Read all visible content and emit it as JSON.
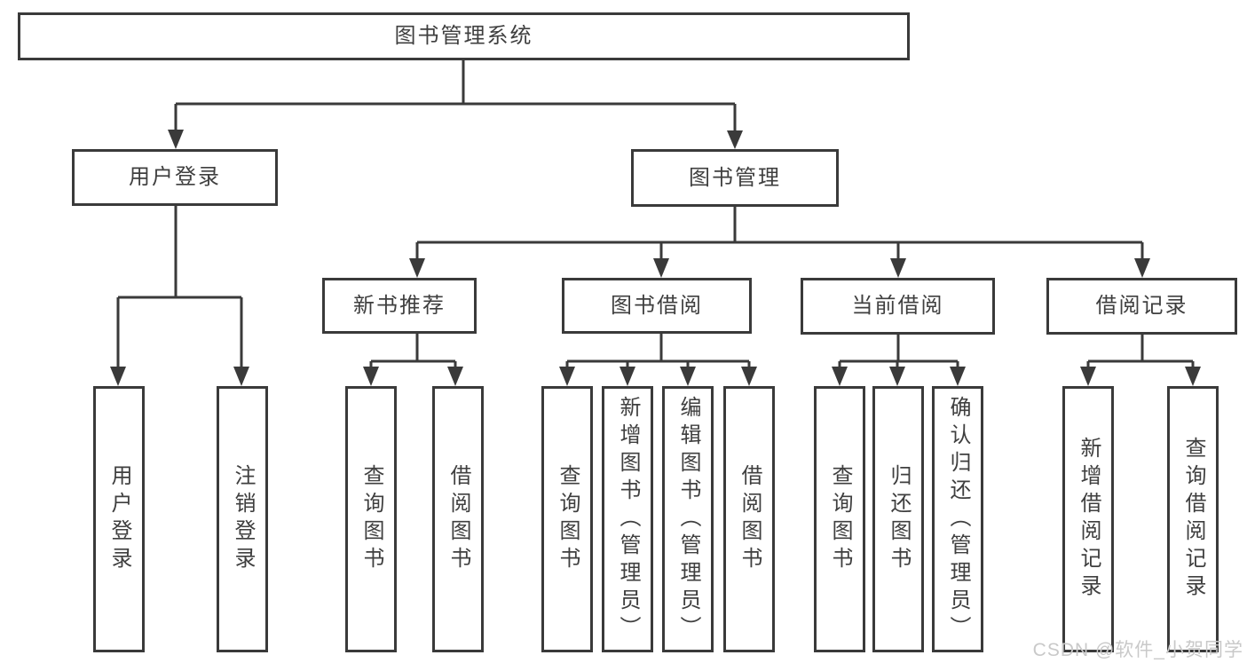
{
  "diagram": {
    "tree": {
      "root": {
        "label": "图书管理系统"
      },
      "branches": [
        {
          "label": "用户登录",
          "children": [
            {
              "label": "用户登录"
            },
            {
              "label": "注销登录"
            }
          ]
        },
        {
          "label": "图书管理",
          "children": [
            {
              "label": "新书推荐",
              "children": [
                {
                  "label": "查询图书"
                },
                {
                  "label": "借阅图书"
                }
              ]
            },
            {
              "label": "图书借阅",
              "children": [
                {
                  "label": "查询图书"
                },
                {
                  "label": "新增图书（管理员）"
                },
                {
                  "label": "编辑图书（管理员）"
                },
                {
                  "label": "借阅图书"
                }
              ]
            },
            {
              "label": "当前借阅",
              "children": [
                {
                  "label": "查询图书"
                },
                {
                  "label": "归还图书"
                },
                {
                  "label": "确认归还（管理员）"
                }
              ]
            },
            {
              "label": "借阅记录",
              "children": [
                {
                  "label": "新增借阅记录"
                },
                {
                  "label": "查询借阅记录"
                }
              ]
            }
          ]
        }
      ]
    },
    "colors": {
      "line": "#3a3a3a",
      "text": "#3f3f3f",
      "background": "#ffffff",
      "watermark": "#c9c9c9"
    },
    "watermark": {
      "text": "CSDN @软件_小贺同学"
    }
  }
}
